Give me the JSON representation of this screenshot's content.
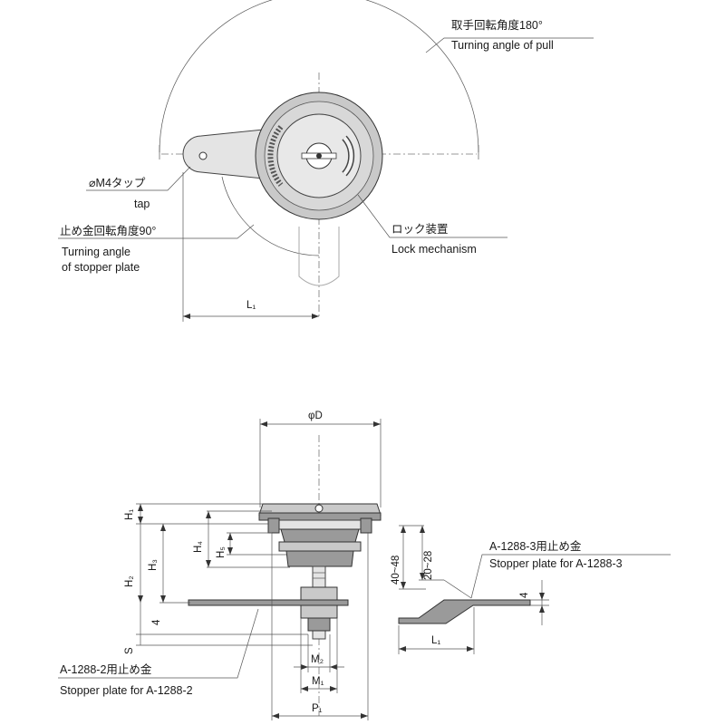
{
  "top_view": {
    "turning_pull_jp": "取手回転角度180°",
    "turning_pull_en": "Turning angle of pull",
    "tap_jp": "⌀M4タップ",
    "tap_en": "tap",
    "stopper_angle_jp": "止め金回転角度90°",
    "stopper_angle_en_1": "Turning angle",
    "stopper_angle_en_2": "of stopper plate",
    "lock_jp": "ロック装置",
    "lock_en": "Lock mechanism",
    "dim_l1": "L₁"
  },
  "side_view": {
    "dim_phi_d": "φD",
    "dim_h1": "H₁",
    "dim_h2": "H₂",
    "dim_h3": "H₃",
    "dim_h4": "H₄",
    "dim_h5": "H₅",
    "dim_4_left": "4",
    "dim_s": "S",
    "dim_m2": "M₂",
    "dim_m1": "M₁",
    "dim_p1": "P₁",
    "a1288_2_jp": "A-1288-2用止め金",
    "a1288_2_en": "Stopper plate for A-1288-2"
  },
  "stopper_view": {
    "dim_40_48": "40~48",
    "dim_20_28": "20~28",
    "dim_4_right": "4",
    "dim_l1": "L₁",
    "a1288_3_jp": "A-1288-3用止め金",
    "a1288_3_en": "Stopper plate for A-1288-3"
  }
}
